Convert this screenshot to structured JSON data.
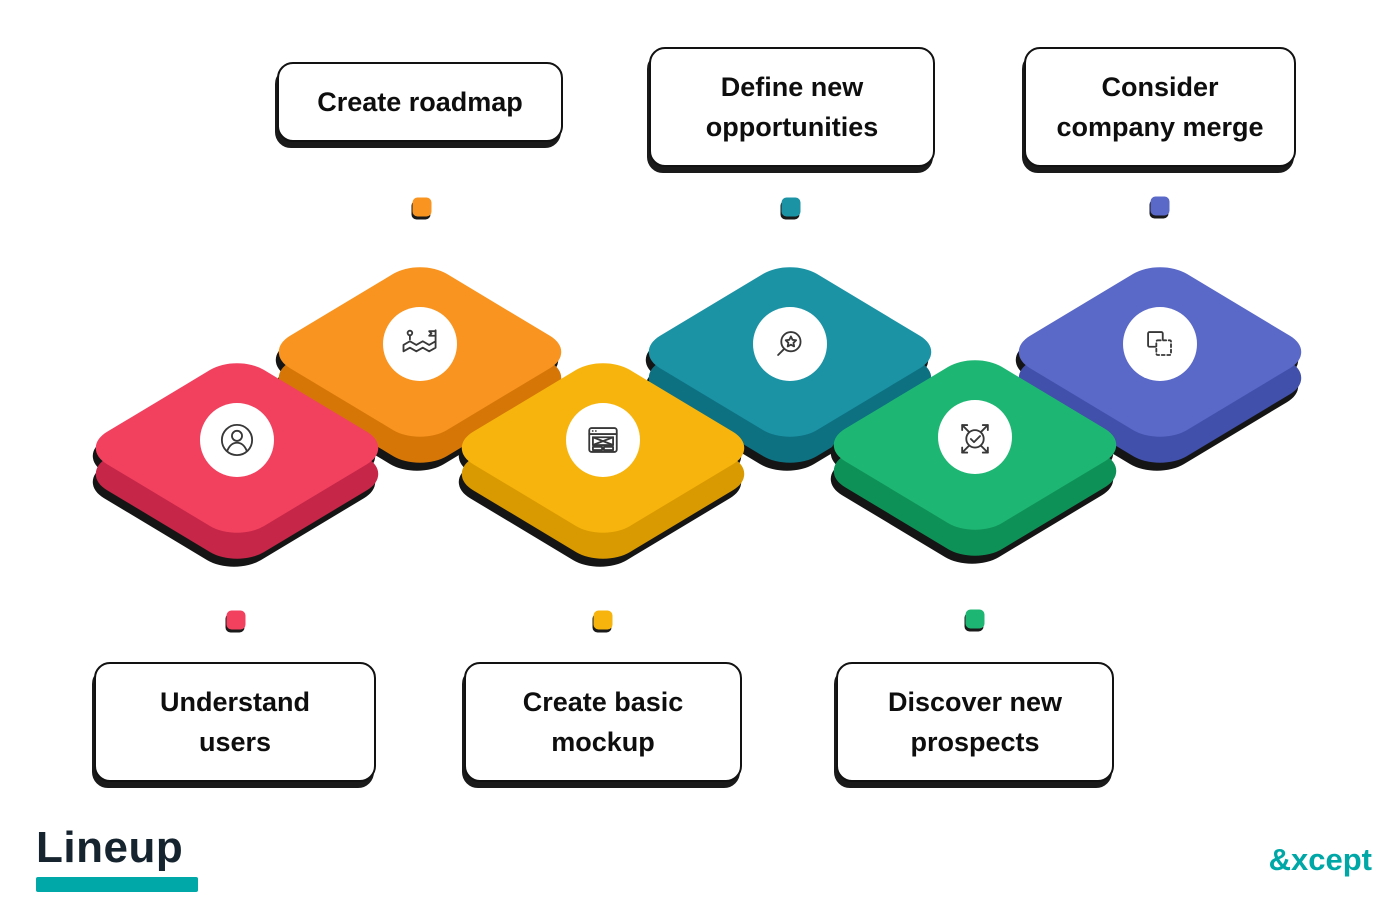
{
  "canvas": {
    "background": "#ffffff"
  },
  "branding": {
    "logo_text": "Lineup",
    "logo_color": "#16242f",
    "logo_bar_color": "#00a8a8",
    "watermark_text": "&xcept",
    "watermark_color": "#00a7a7"
  },
  "diagram": {
    "type": "isometric-process-tiles",
    "steps": [
      {
        "label": "Understand users",
        "lines": [
          "Understand",
          "users"
        ],
        "color": "#f2415f",
        "depth_color": "#c62648",
        "icon": "user-icon",
        "row": "bottom"
      },
      {
        "label": "Create roadmap",
        "lines": [
          "Create roadmap"
        ],
        "color": "#f8941f",
        "depth_color": "#d57607",
        "icon": "roadmap-icon",
        "row": "top"
      },
      {
        "label": "Create basic mockup",
        "lines": [
          "Create basic",
          "mockup"
        ],
        "color": "#f6b40d",
        "depth_color": "#d99900",
        "icon": "mockup-icon",
        "row": "bottom"
      },
      {
        "label": "Define new opportunities",
        "lines": [
          "Define new",
          "opportunities"
        ],
        "color": "#1b93a5",
        "depth_color": "#0d7181",
        "icon": "search-star-icon",
        "row": "top"
      },
      {
        "label": "Discover new prospects",
        "lines": [
          "Discover new",
          "prospects"
        ],
        "color": "#1eb673",
        "depth_color": "#0e9157",
        "icon": "target-check-icon",
        "row": "bottom"
      },
      {
        "label": "Consider company merge",
        "lines": [
          "Consider",
          "company merge"
        ],
        "color": "#5a68c8",
        "depth_color": "#4150aa",
        "icon": "merge-squares-icon",
        "row": "top"
      }
    ]
  }
}
